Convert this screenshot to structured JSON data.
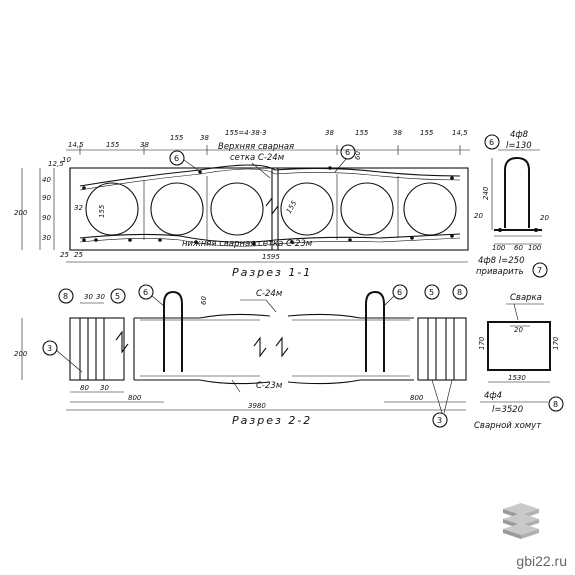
{
  "section1": {
    "title": "Разрез 1-1",
    "top_dims": [
      "14,5",
      "155",
      "38",
      "155",
      "38",
      "155=4·38·3",
      "38",
      "155",
      "38",
      "155",
      "14,5"
    ],
    "left_dims": [
      "12,5",
      "10",
      "40",
      "90",
      "90",
      "200",
      "32",
      "30"
    ],
    "bottom_dims": [
      "25",
      "25",
      "1595"
    ],
    "inner_dims": [
      "155",
      "155",
      "20",
      "60"
    ],
    "upper_mesh": "Верхняя сварная",
    "upper_mesh2": "сетка С-24м",
    "lower_mesh": "нижняя сварная сетка С-23м",
    "callout6a": "6",
    "callout6b": "6"
  },
  "detail7": {
    "callout6": "6",
    "spec": "4ф8",
    "spacing": "l=130",
    "height": "240",
    "right": "20",
    "base": [
      "100",
      "60",
      "100"
    ],
    "bar": "4ф8 l=250",
    "note": "приварить",
    "callout": "7"
  },
  "section2": {
    "title": "Разрез 2-2",
    "top_mesh": "С-24м",
    "bottom_mesh": "С-23м",
    "dims_top": [
      "30",
      "30"
    ],
    "height": "200",
    "height2": "60",
    "bottom_left": [
      "80",
      "30"
    ],
    "span_left": "800",
    "span_right": "800",
    "span_total": "3980",
    "callouts": [
      "8",
      "5",
      "3",
      "6",
      "6",
      "5",
      "8",
      "3"
    ]
  },
  "detail8": {
    "note": "Сварка",
    "inner": "20",
    "height_l": "170",
    "height_r": "170",
    "width": "1530",
    "spec": "4ф4",
    "length": "l=3520",
    "callout": "8",
    "caption": "Сварной хомут"
  },
  "brand": {
    "site": "gbi22.ru"
  }
}
